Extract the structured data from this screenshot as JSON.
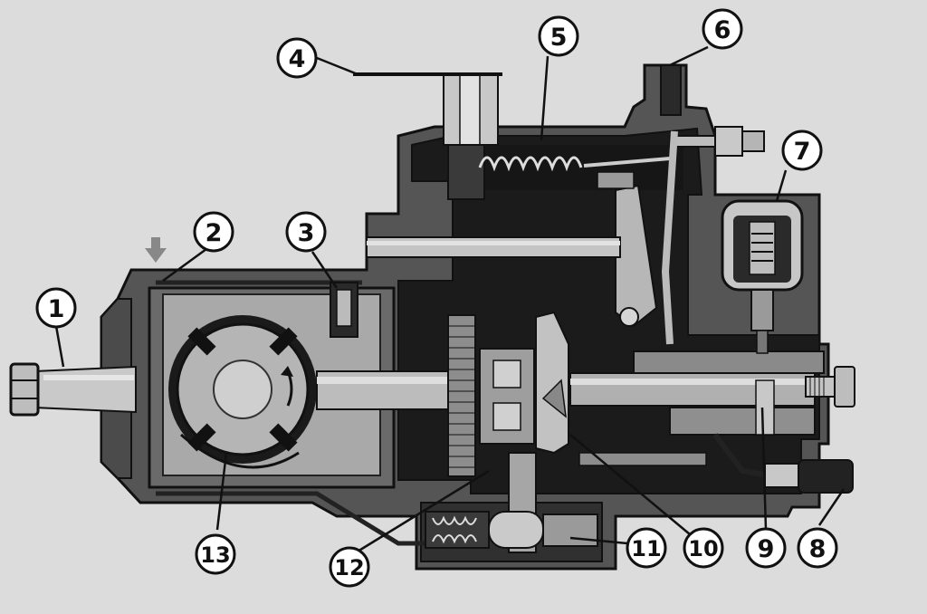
{
  "colors": {
    "background": "#dcdcdc",
    "housing": "#555555",
    "interior": "#1a1a1a",
    "metal": "#b8b8b8",
    "metal_light": "#d4d4d4",
    "outline": "#111111",
    "callout_fill": "#ffffff"
  },
  "callouts": [
    {
      "id": "c1",
      "label": "1"
    },
    {
      "id": "c2",
      "label": "2"
    },
    {
      "id": "c3",
      "label": "3"
    },
    {
      "id": "c4",
      "label": "4"
    },
    {
      "id": "c5",
      "label": "5"
    },
    {
      "id": "c6",
      "label": "6"
    },
    {
      "id": "c7",
      "label": "7"
    },
    {
      "id": "c8",
      "label": "8"
    },
    {
      "id": "c9",
      "label": "9"
    },
    {
      "id": "c10",
      "label": "10"
    },
    {
      "id": "c11",
      "label": "11"
    },
    {
      "id": "c12",
      "label": "12"
    },
    {
      "id": "c13",
      "label": "13"
    }
  ],
  "icons": {
    "inlet_arrow": "down-arrow-icon",
    "rotation_arrow": "rotation-arrow-icon"
  }
}
